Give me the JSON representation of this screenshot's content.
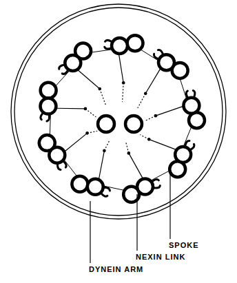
{
  "diagram": {
    "labels": [
      "SPOKE",
      "NEXIN LINK",
      "DYNEIN ARM"
    ]
  }
}
